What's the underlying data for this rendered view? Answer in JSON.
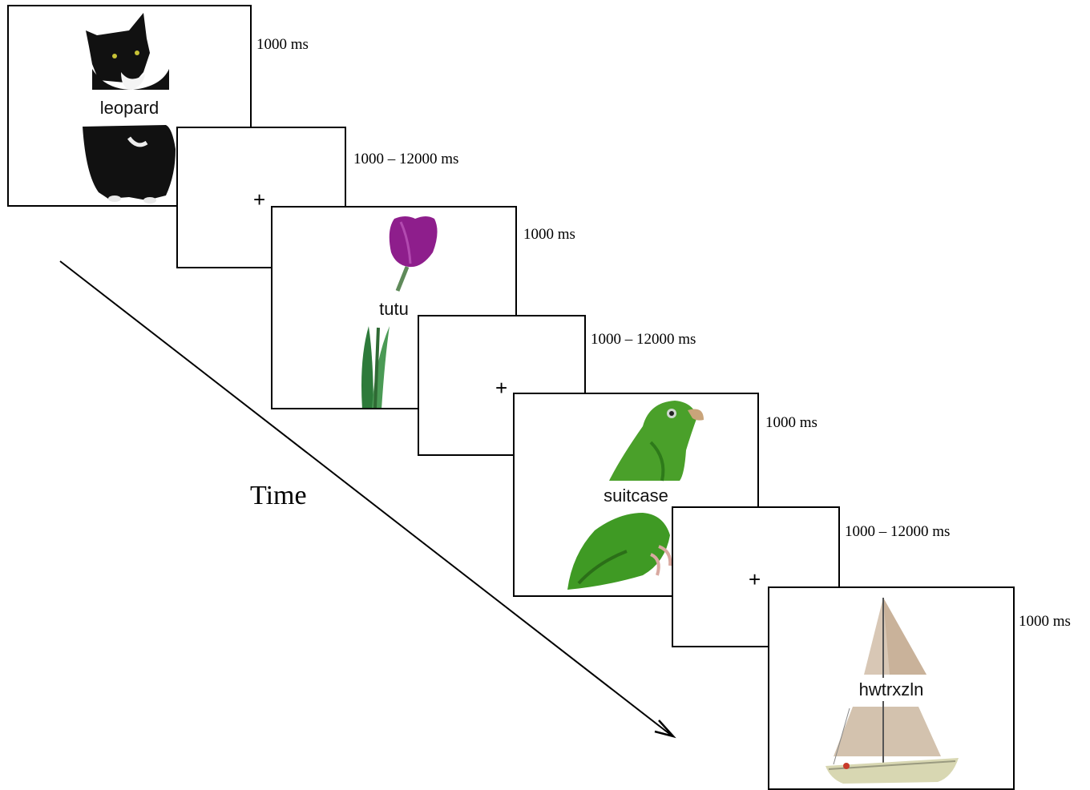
{
  "time_label": "Time",
  "trials": [
    {
      "word": "leopard",
      "picture_icon": "cat-icon",
      "duration": "1000 ms"
    },
    {
      "fixation": "+",
      "duration": "1000 – 12000 ms"
    },
    {
      "word": "tutu",
      "picture_icon": "tulip-icon",
      "duration": "1000 ms"
    },
    {
      "fixation": "+",
      "duration": "1000 – 12000 ms"
    },
    {
      "word": "suitcase",
      "picture_icon": "parrot-icon",
      "duration": "1000 ms"
    },
    {
      "fixation": "+",
      "duration": "1000 – 12000 ms"
    },
    {
      "word": "hwtrxzln",
      "picture_icon": "sailboat-icon",
      "duration": "1000 ms"
    }
  ]
}
